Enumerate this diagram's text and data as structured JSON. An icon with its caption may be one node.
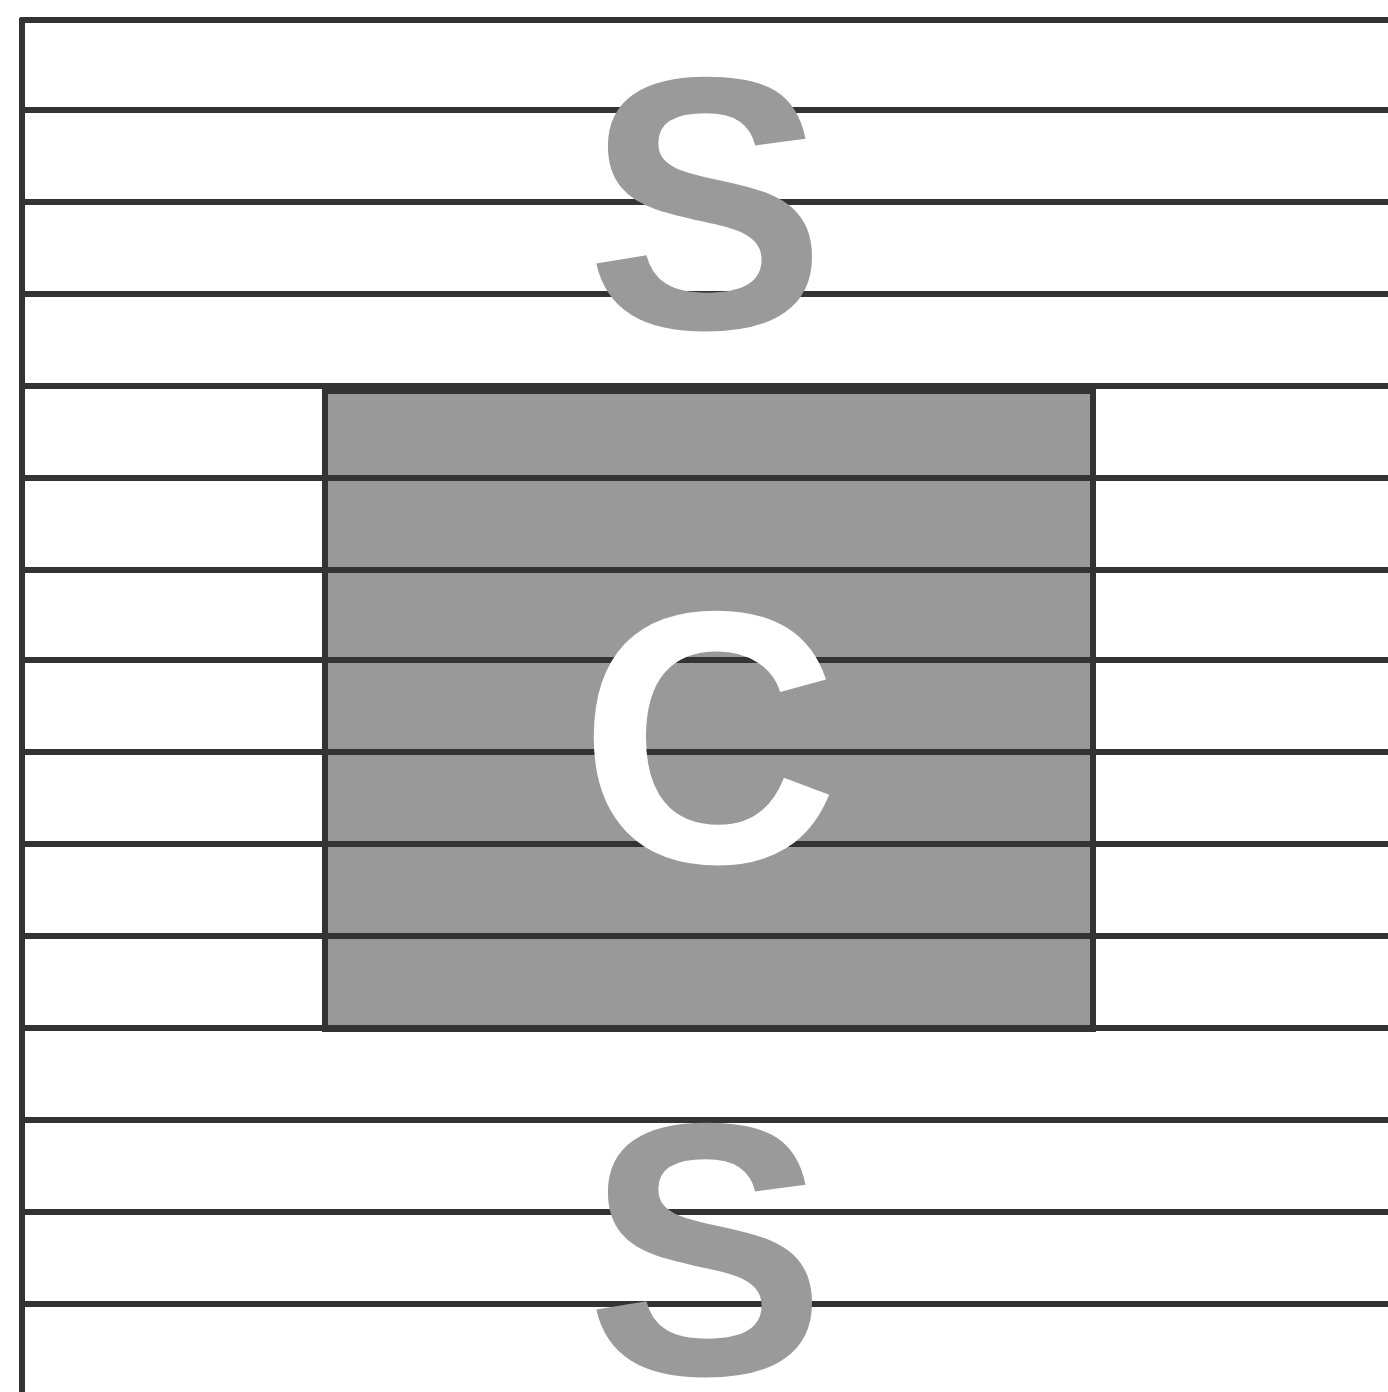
{
  "diagram": {
    "nodes": [
      {
        "text": [
          "S"
        ]
      },
      {
        "text": [
          "C"
        ]
      },
      {
        "text": [
          "S"
        ]
      }
    ]
  }
}
